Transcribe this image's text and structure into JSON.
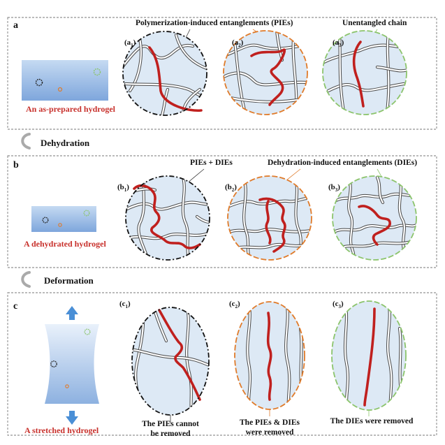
{
  "panels": {
    "a": {
      "letter": "a",
      "top_label": "Polymerization-induced entanglements (PIEs)",
      "right_label": "Unentangled chain",
      "sample_caption": "An as-prepared hydrogel",
      "sub_labels": [
        "(a",
        "1",
        ")",
        "(a",
        "2",
        ")",
        "(a",
        "3",
        ")"
      ]
    },
    "b": {
      "letter": "b",
      "top_label": "PIEs + DIEs",
      "right_label": "Dehydration-induced entanglements (DIEs)",
      "sample_caption": "A dehydrated hydrogel",
      "sub_labels": [
        "(b",
        "1",
        ")",
        "(b",
        "2",
        ")",
        "(b",
        "3",
        ")"
      ]
    },
    "c": {
      "letter": "c",
      "sample_caption": "A stretched hydrogel",
      "sub_labels": [
        "(c",
        "1",
        ")",
        "(c",
        "2",
        ")",
        "(c",
        "3",
        ")"
      ],
      "captions": [
        [
          "The PIEs cannot",
          "be removed"
        ],
        [
          "The PIEs & DIEs",
          "were removed"
        ],
        [
          "The DIEs were removed"
        ]
      ]
    }
  },
  "steps": {
    "dehydration": "Dehydration",
    "deformation": "Deformation"
  },
  "colors": {
    "pie_marker": "#222222",
    "die_marker": "#e07b2a",
    "unentangled_marker": "#8cc46c",
    "chain_highlight": "#c0201e",
    "arrow": "#4a8fd6"
  }
}
